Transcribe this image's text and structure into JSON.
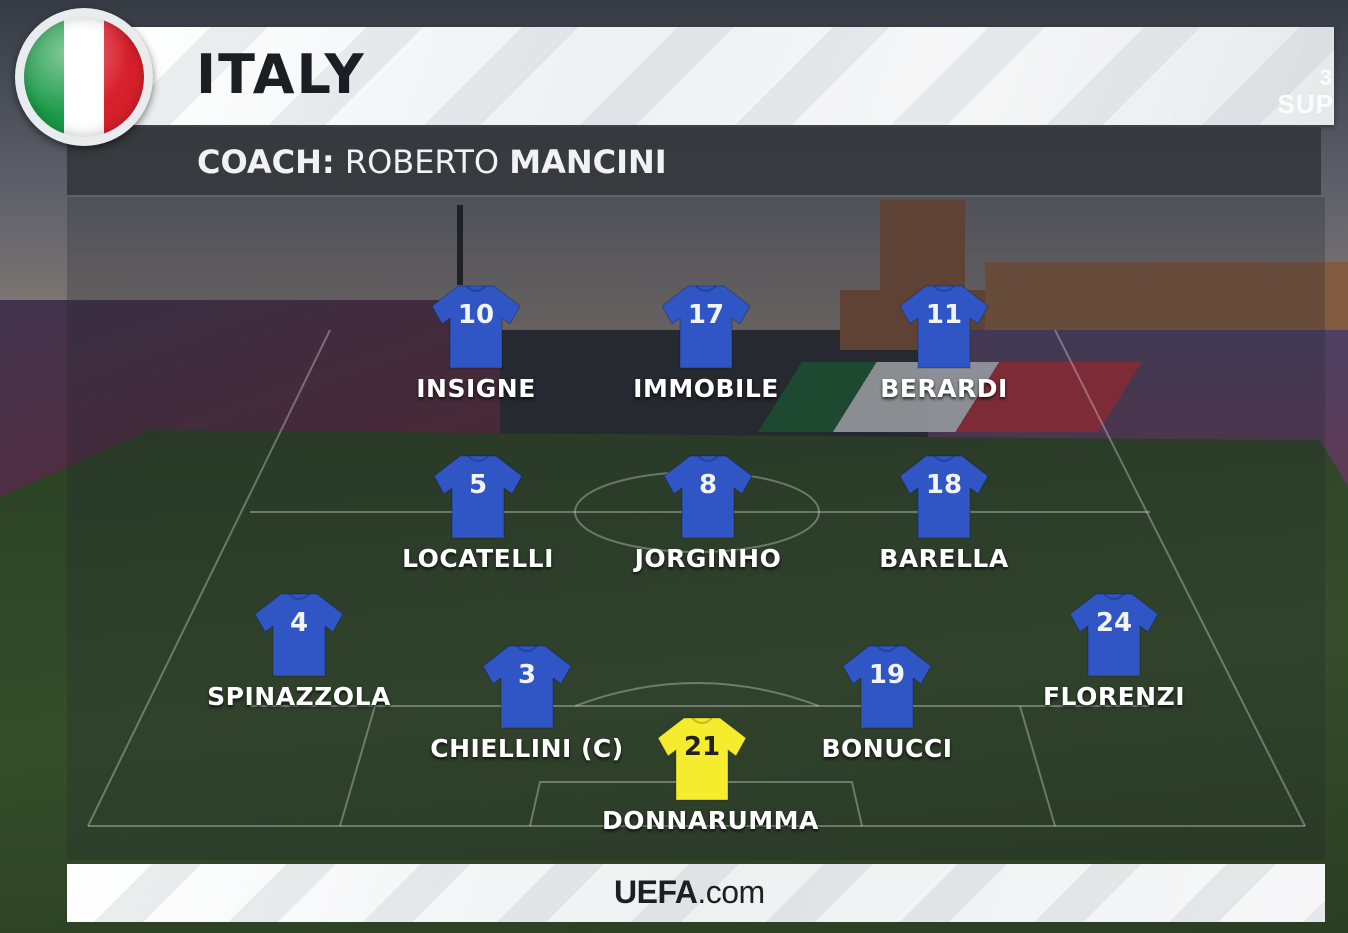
{
  "header": {
    "team": "ITALY",
    "edge_text": "SUP",
    "edge_char": "3"
  },
  "coach": {
    "label": "COACH:",
    "first_name": "ROBERTO",
    "last_name": "MANCINI"
  },
  "colors": {
    "outfield_shirt": "#2f56c4",
    "goalkeeper_shirt": "#f4ec2c",
    "flag": [
      "#1a9b47",
      "#ffffff",
      "#d8202c"
    ]
  },
  "players": [
    {
      "id": "insigne",
      "number": "10",
      "name": "INSIGNE",
      "role": "forward"
    },
    {
      "id": "immobile",
      "number": "17",
      "name": "IMMOBILE",
      "role": "forward"
    },
    {
      "id": "berardi",
      "number": "11",
      "name": "BERARDI",
      "role": "forward"
    },
    {
      "id": "locatelli",
      "number": "5",
      "name": "LOCATELLI",
      "role": "midfielder"
    },
    {
      "id": "jorginho",
      "number": "8",
      "name": "JORGINHO",
      "role": "midfielder"
    },
    {
      "id": "barella",
      "number": "18",
      "name": "BARELLA",
      "role": "midfielder"
    },
    {
      "id": "spinazzola",
      "number": "4",
      "name": "SPINAZZOLA",
      "role": "defender"
    },
    {
      "id": "chiellini",
      "number": "3",
      "name": "CHIELLINI (C)",
      "role": "defender"
    },
    {
      "id": "bonucci",
      "number": "19",
      "name": "BONUCCI",
      "role": "defender"
    },
    {
      "id": "florenzi",
      "number": "24",
      "name": "FLORENZI",
      "role": "defender"
    },
    {
      "id": "donnarumma",
      "number": "21",
      "name": "DONNARUMMA",
      "role": "goalkeeper"
    }
  ],
  "footer": {
    "brand_strong": "UEFA",
    "brand_light": ".com"
  }
}
